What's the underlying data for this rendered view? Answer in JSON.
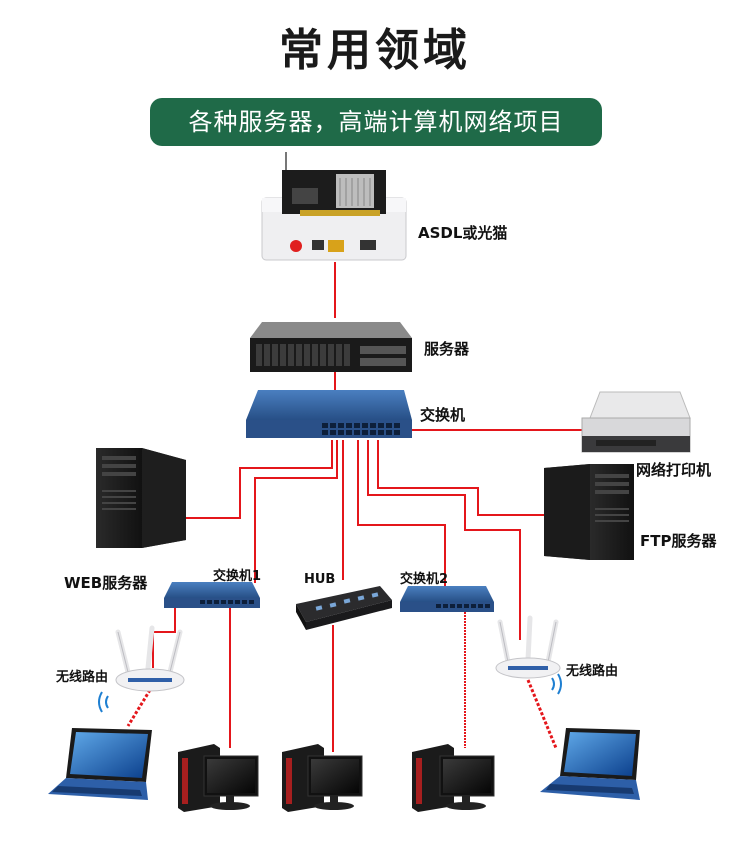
{
  "title": "常用领域",
  "subtitle": "各种服务器，高端计算机网络项目",
  "labels": {
    "modem": "ASDL或光猫",
    "server": "服务器",
    "switch_main": "交换机",
    "printer": "网络打印机",
    "ftp_server": "FTP服务器",
    "web_server": "WEB服务器",
    "switch1": "交换机1",
    "hub": "HUB",
    "switch2": "交换机2",
    "router_left": "无线路由",
    "router_right": "无线路由"
  },
  "colors": {
    "link": "#e4161b",
    "pill": "#1f6a48",
    "switch_blue": "#2f5f9e"
  }
}
